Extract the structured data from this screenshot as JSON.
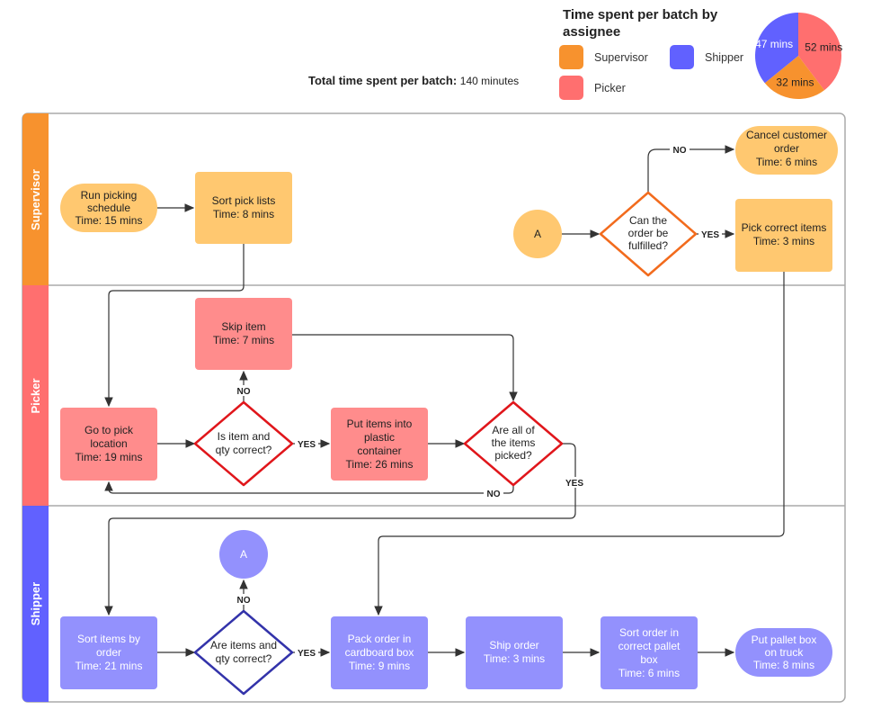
{
  "summary": {
    "label": "Total time spent per batch:",
    "value": "140 minutes"
  },
  "legend": {
    "title_line1": "Time spent per batch by",
    "title_line2": "assignee",
    "items": [
      {
        "name": "Supervisor",
        "color": "#F7922E"
      },
      {
        "name": "Picker",
        "color": "#FF6F6F"
      },
      {
        "name": "Shipper",
        "color": "#6161FF"
      }
    ]
  },
  "chart_data": {
    "type": "pie",
    "title": "Time spent per batch by assignee",
    "slices": [
      {
        "name": "Picker",
        "value": 52,
        "label": "52 mins",
        "color": "#FF6F6F"
      },
      {
        "name": "Supervisor",
        "value": 32,
        "label": "32 mins",
        "color": "#F7922E"
      },
      {
        "name": "Shipper",
        "value": 47,
        "label": "47 mins",
        "color": "#6161FF"
      }
    ]
  },
  "lanes": [
    "Supervisor",
    "Picker",
    "Shipper"
  ],
  "nodes": {
    "run_picking": [
      "Run picking",
      "schedule",
      "Time: 15 mins"
    ],
    "sort_pick": [
      "Sort pick lists",
      "Time: 8 mins"
    ],
    "a1": "A",
    "can_fulfill": [
      "Can the",
      "order be",
      "fulfilled?"
    ],
    "cancel": [
      "Cancel customer",
      "order",
      "Time: 6 mins"
    ],
    "pick_correct": [
      "Pick correct items",
      "Time: 3 mins"
    ],
    "skip": [
      "Skip item",
      "Time: 7 mins"
    ],
    "go_pick": [
      "Go to pick",
      "location",
      "Time: 19 mins"
    ],
    "item_qty": [
      "Is item and",
      "qty correct?"
    ],
    "put_items": [
      "Put items into",
      "plastic",
      "container",
      "Time: 26 mins"
    ],
    "all_picked": [
      "Are all of",
      "the items",
      "picked?"
    ],
    "a2": "A",
    "sort_items": [
      "Sort items by",
      "order",
      "Time: 21 mins"
    ],
    "items_qty": [
      "Are items and",
      "qty correct?"
    ],
    "pack": [
      "Pack order in",
      "cardboard box",
      "Time: 9 mins"
    ],
    "ship": [
      "Ship order",
      "Time: 3 mins"
    ],
    "sort_pallet": [
      "Sort order in",
      "correct pallet",
      "box",
      "Time: 6 mins"
    ],
    "truck": [
      "Put pallet box",
      "on truck",
      "Time: 8 mins"
    ]
  },
  "edge_labels": {
    "yes": "YES",
    "no": "NO"
  }
}
